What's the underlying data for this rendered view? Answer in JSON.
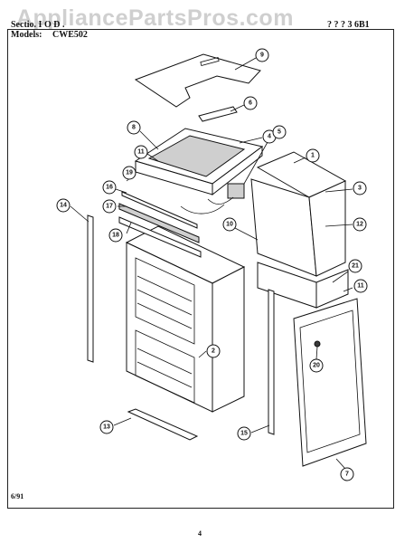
{
  "header": {
    "section_label": "Sectio. I O D .",
    "models_label": "Models:",
    "model_number": "CWE502",
    "part_code": "? ? ? 3 6B1"
  },
  "watermark": {
    "text": "AppliancePartsPros.com"
  },
  "footer": {
    "date": "6/91",
    "page_number": "4"
  },
  "callouts": [
    "9",
    "6",
    "8",
    "4",
    "5",
    "1",
    "11",
    "3",
    "19",
    "16",
    "17",
    "10",
    "12",
    "18",
    "14",
    "21",
    "11",
    "2",
    "20",
    "13",
    "15",
    "7"
  ]
}
